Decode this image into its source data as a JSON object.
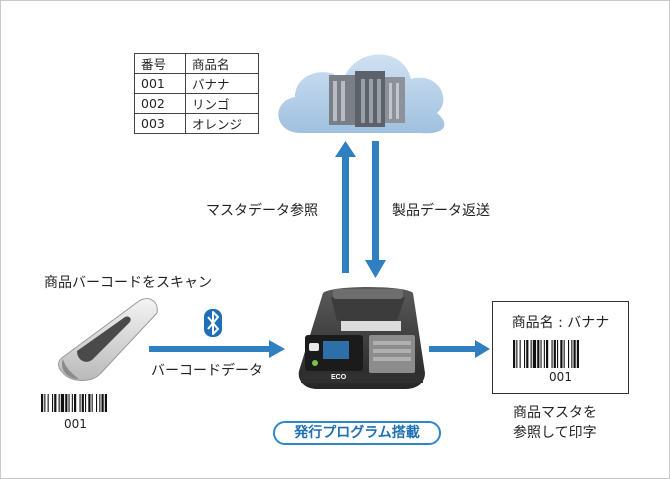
{
  "master_table": {
    "headers": [
      "番号",
      "商品名"
    ],
    "rows": [
      [
        "001",
        "バナナ"
      ],
      [
        "002",
        "リンゴ"
      ],
      [
        "003",
        "オレンジ"
      ]
    ]
  },
  "labels": {
    "scan_caption": "商品バーコードをスキャン",
    "scanned_number": "001",
    "barcode_data": "バーコードデータ",
    "master_reference": "マスタデータ参照",
    "product_return": "製品データ返送",
    "program_badge": "発行プログラム搭載",
    "print_caption_line1": "商品マスタを",
    "print_caption_line2": "参照して印字"
  },
  "printed_label": {
    "title": "商品名 : バナナ",
    "number": "001"
  },
  "printer_screen": {
    "brand": "ECO"
  },
  "colors": {
    "arrow": "#2f7fc1",
    "cloud": "#a9c8e4",
    "badge": "#2f86c8"
  },
  "icons": [
    "cloud-icon",
    "server-icon",
    "bluetooth-icon",
    "barcode-scanner-icon",
    "printer-icon",
    "barcode-icon"
  ]
}
